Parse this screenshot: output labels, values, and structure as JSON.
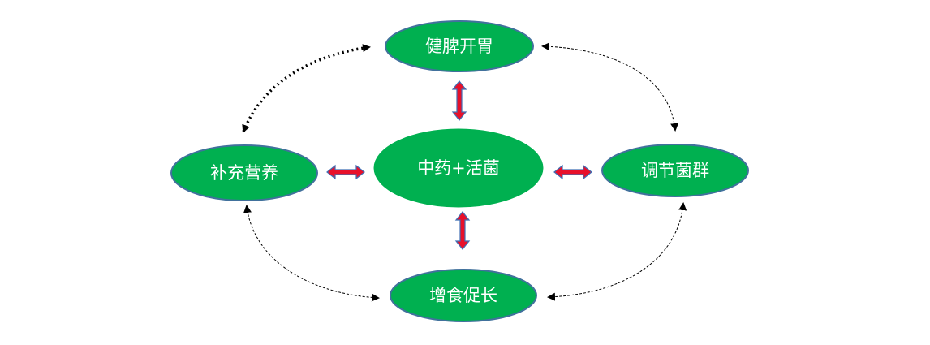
{
  "nodes": {
    "center": "中药+活菌",
    "top": "健脾开胃",
    "left": "补充营养",
    "right": "调节菌群",
    "bottom": "增食促长"
  },
  "colors": {
    "node_fill": "#00b050",
    "node_stroke": "#41719c",
    "arrow_fill": "#e8102a",
    "arrow_stroke": "#3f6fb5",
    "dashed": "#000000"
  }
}
